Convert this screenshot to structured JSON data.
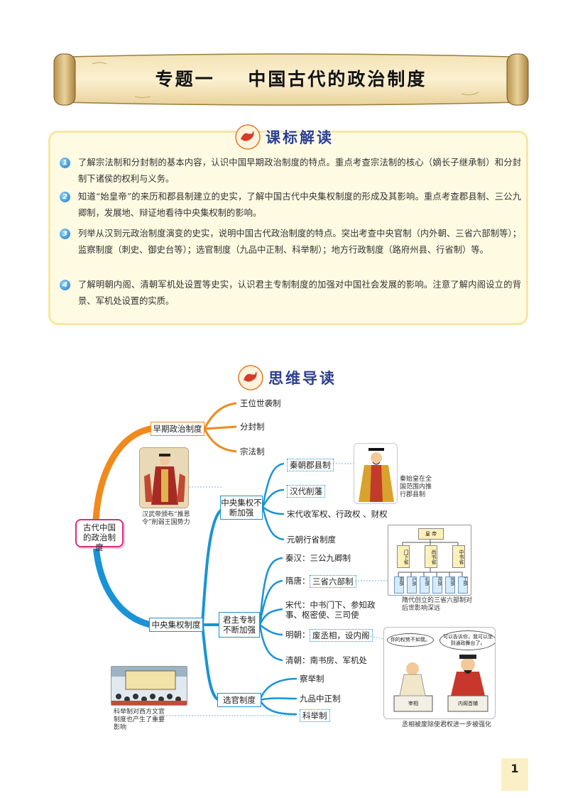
{
  "page_title": "专题一    中国古代的政治制度",
  "standards": {
    "heading": "课标解读",
    "items": [
      {
        "num": "1",
        "text": "了解宗法制和分封制的基本内容，认识中国早期政治制度的特点。重点考查宗法制的核心（嫡长子继承制）和分封制下诸侯的权利与义务。"
      },
      {
        "num": "2",
        "text": "知道“始皇帝”的来历和郡县制建立的史实，了解中国古代中央集权制度的形成及其影响。重点考查郡县制、三公九卿制，发展地、辩证地看待中央集权制的影响。"
      },
      {
        "num": "3",
        "text": "列举从汉到元政治制度演变的史实，说明中国古代政治制度的特点。突出考查中央官制（内外朝、三省六部制等）；监察制度（刺史、御史台等）；选官制度（九品中正制、科举制）；地方行政制度（路府州县、行省制）等。"
      },
      {
        "num": "4",
        "text": "了解明朝内阁、清朝军机处设置等史实，认识君主专制制度的加强对中国社会发展的影响。注意了解内阁设立的背景、军机处设置的实质。"
      }
    ]
  },
  "mindmap": {
    "heading": "思维导读",
    "root": "古代中国的政治制度",
    "early": {
      "label": "早期政治制度",
      "items": [
        "王位世袭制",
        "分封制",
        "宗法制"
      ]
    },
    "central": {
      "label": "中央集权不断加强",
      "items": [
        "秦朝郡县制",
        "汉代削藩",
        "宋代收军权、行政权 、财权",
        "元朝行省制度"
      ]
    },
    "centralized": "中央集权制度",
    "monarchy": {
      "label": "君主专制不断加强",
      "items": [
        "秦汉：三公九卿制",
        "隋唐：",
        "三省六部制",
        "宋代：中书门下、参知政事、枢密使、三司使",
        "明朝：",
        "废丞相，设内阁",
        "清朝：南书房、军机处"
      ]
    },
    "official": {
      "label": "选官制度",
      "items": [
        "察举制",
        "九品中正制",
        "科举制"
      ]
    },
    "captions": {
      "han": "汉武帝颁布“推恩令”削弱王国势力",
      "qin": "秦始皇在全国范围内推行郡县制",
      "sui": "隋代创立的三省六部制对后世影响深远",
      "keju": "科举制对西方文官制度也产生了重要影响",
      "ming": "丞相被废除使君权进一步被强化"
    },
    "chart": {
      "top": "皇 帝",
      "mid": [
        "门下省",
        "尚书省",
        "中书省"
      ],
      "bottom": [
        "吏部",
        "户部",
        "礼部",
        "兵部",
        "刑部",
        "工部"
      ]
    },
    "cartoon": {
      "bubble_left": "你的权势不如我。",
      "bubble_right": "可以告诉你，我可以坐到通政舞台了。",
      "label_left": "宰相",
      "label_right": "内阁首辅"
    }
  },
  "page_number": "1",
  "colors": {
    "orange": "#f08a1c",
    "blue": "#1a93d6",
    "magenta": "#d6307f",
    "title_blue": "#2c3f8f"
  }
}
